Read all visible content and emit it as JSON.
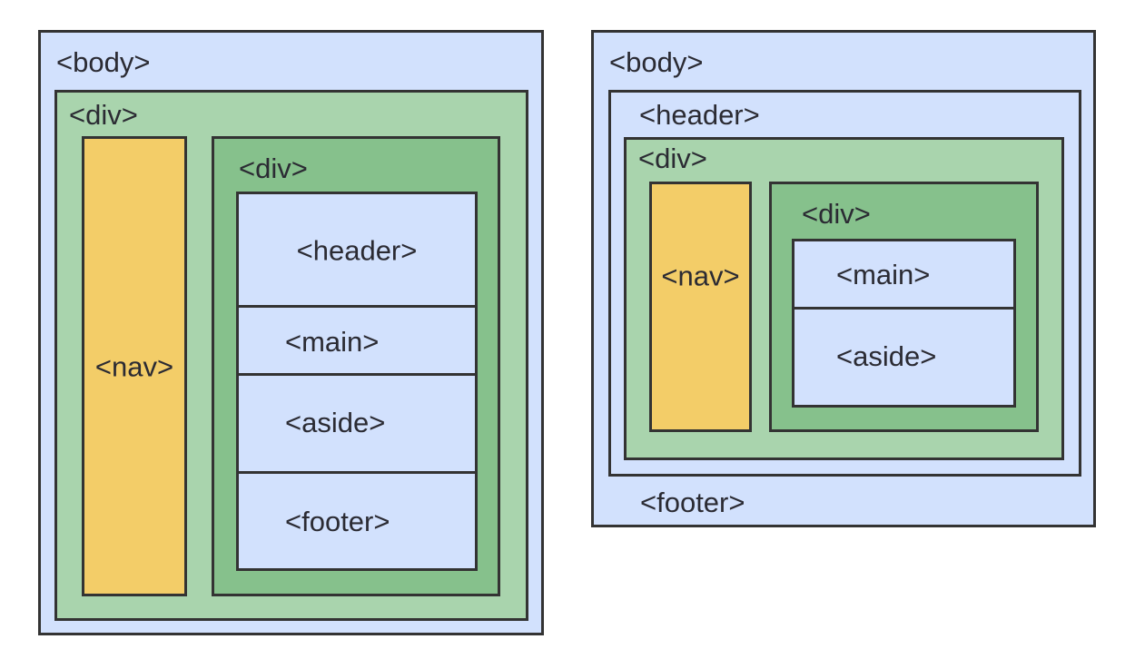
{
  "left_diagram": {
    "body": "<body>",
    "outer_div": "<div>",
    "nav": "<nav>",
    "inner_div": "<div>",
    "header": "<header>",
    "main": "<main>",
    "aside": "<aside>",
    "footer": "<footer>"
  },
  "right_diagram": {
    "body": "<body>",
    "header": "<header>",
    "outer_div": "<div>",
    "nav": "<nav>",
    "inner_div": "<div>",
    "main": "<main>",
    "aside": "<aside>",
    "footer": "<footer>"
  },
  "colors": {
    "body": "#d2e1fd",
    "outer_div": "#a9d4ad",
    "inner_div": "#86c18c",
    "nav": "#f3cd68",
    "semantic": "#d2e1fd",
    "border": "#333333"
  }
}
